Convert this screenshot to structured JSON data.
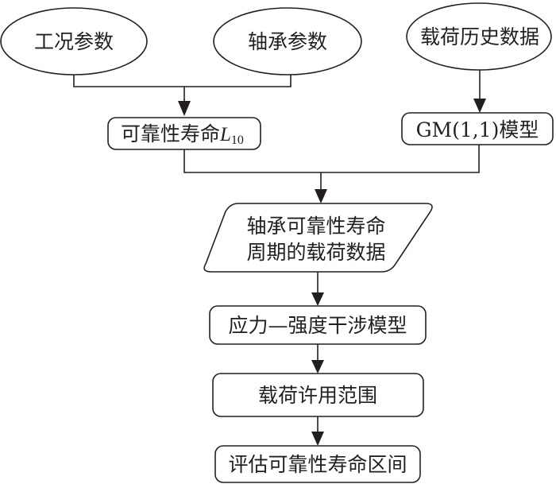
{
  "diagram": {
    "type": "flowchart",
    "nodes": {
      "working_conditions": {
        "label": "工况参数",
        "shape": "ellipse"
      },
      "bearing_params": {
        "label": "轴承参数",
        "shape": "ellipse"
      },
      "load_history": {
        "label": "载荷历史数据",
        "shape": "ellipse"
      },
      "reliability_life": {
        "label_prefix": "可靠性寿命",
        "label_var": "L",
        "label_sub": "10",
        "shape": "rounded-rect"
      },
      "gm_model": {
        "label": "GM(1,1)模型",
        "shape": "rounded-rect"
      },
      "load_data": {
        "label_line1": "轴承可靠性寿命",
        "label_line2": "周期的载荷数据",
        "shape": "parallelogram"
      },
      "interference_model": {
        "label": "应力—强度干涉模型",
        "shape": "rounded-rect"
      },
      "load_range": {
        "label": "载荷许用范围",
        "shape": "rounded-rect"
      },
      "evaluate_interval": {
        "label": "评估可靠性寿命区间",
        "shape": "rounded-rect"
      }
    },
    "edges": [
      {
        "from": [
          "working_conditions",
          "bearing_params"
        ],
        "to": "reliability_life"
      },
      {
        "from": [
          "load_history"
        ],
        "to": "gm_model"
      },
      {
        "from": [
          "reliability_life",
          "gm_model"
        ],
        "to": "load_data"
      },
      {
        "from": [
          "load_data"
        ],
        "to": "interference_model"
      },
      {
        "from": [
          "interference_model"
        ],
        "to": "load_range"
      },
      {
        "from": [
          "load_range"
        ],
        "to": "evaluate_interval"
      }
    ]
  }
}
